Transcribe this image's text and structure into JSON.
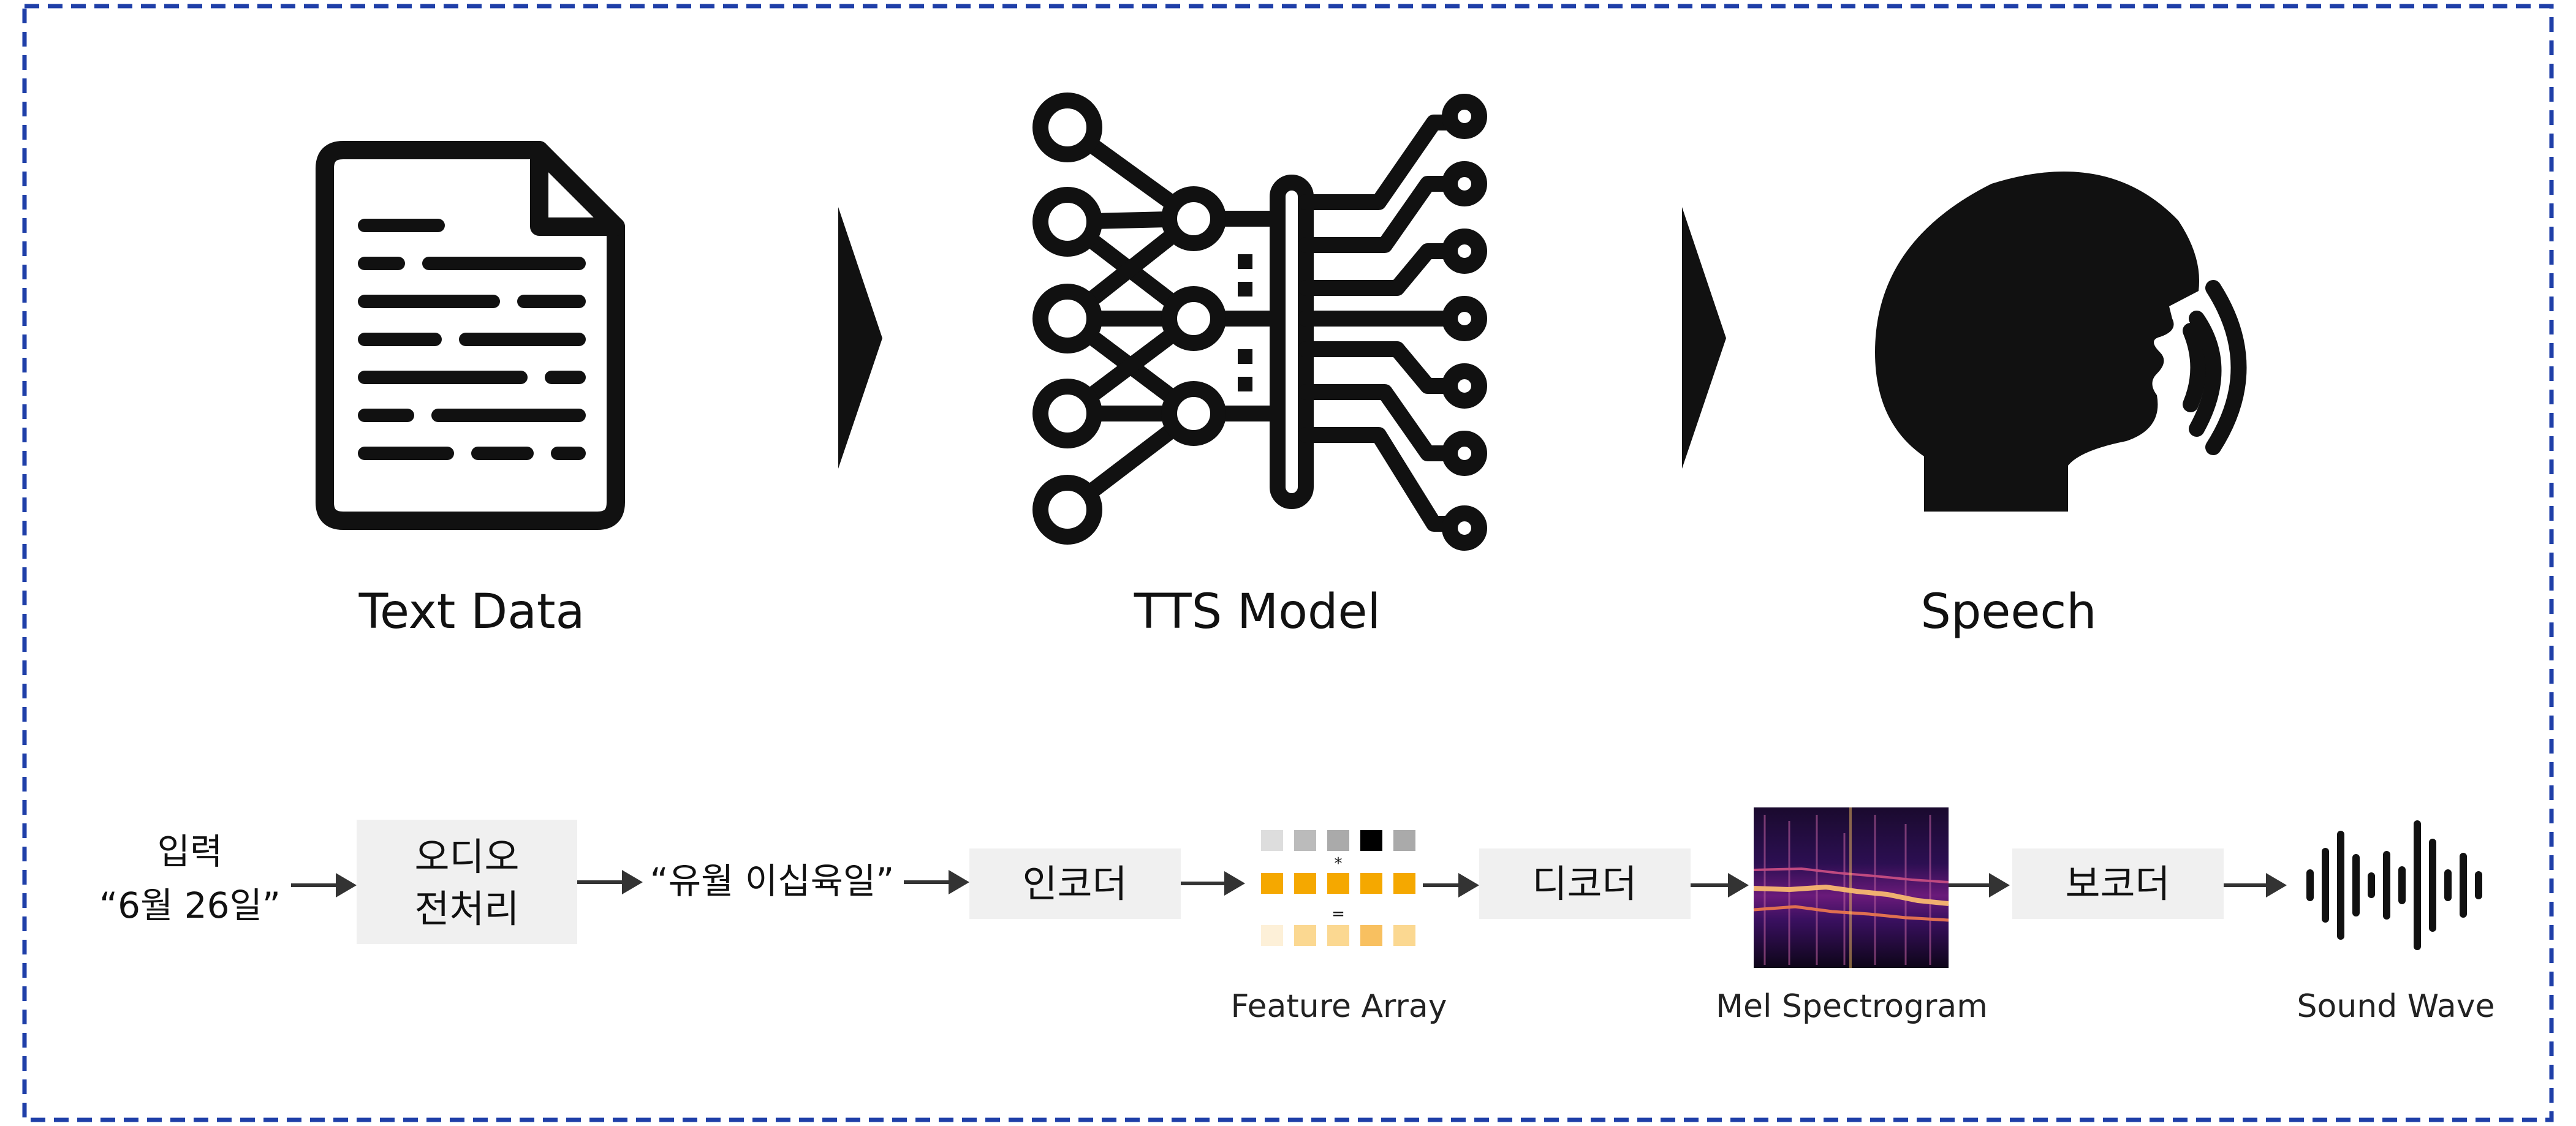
{
  "top_row": {
    "text_data": "Text Data",
    "tts_model": "TTS Model",
    "speech": "Speech"
  },
  "pipeline": {
    "input_label": "입력",
    "input_value": "“6월 26일”",
    "preprocess_line1": "오디오",
    "preprocess_line2": "전처리",
    "normalized_text": "“유월 이십육일”",
    "encoder": "인코더",
    "feature_caption": "Feature Array",
    "decoder": "디코더",
    "mel_caption": "Mel Spectrogram",
    "vocoder": "보코더",
    "wave_caption": "Sound Wave",
    "feature_ops": [
      "*",
      "="
    ]
  },
  "colors": {
    "border": "#1f3fa8",
    "icon": "#111111",
    "box_fill": "#f0f0f0",
    "accent_orange": "#f5a800",
    "light_orange": "#fbd891"
  },
  "icons": [
    "document-icon",
    "neural-network-icon",
    "speaking-head-icon",
    "sound-wave-icon",
    "mel-spectrogram-image"
  ]
}
